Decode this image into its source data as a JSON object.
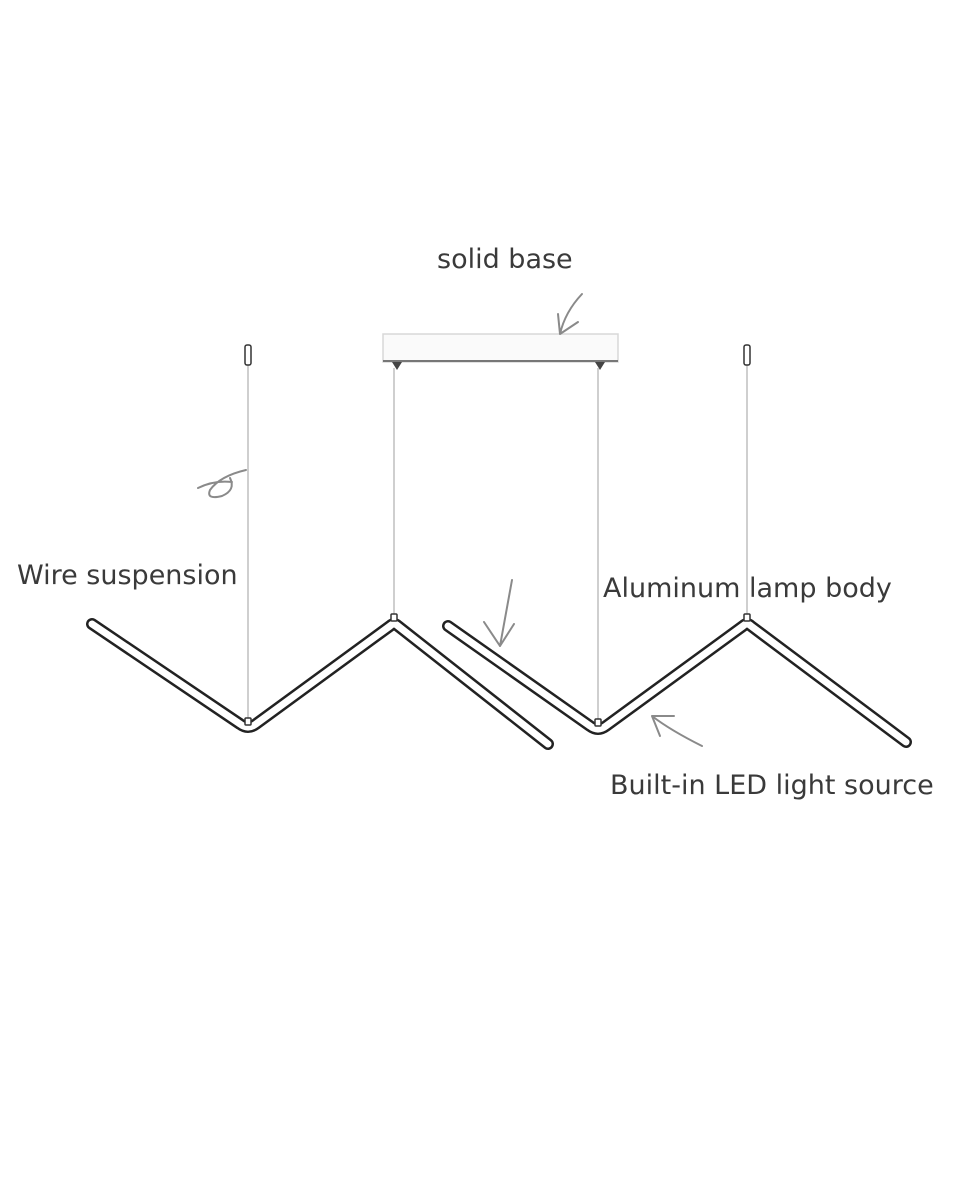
{
  "labels": {
    "base": "solid base",
    "wire": "Wire suspension",
    "body": "Aluminum lamp body",
    "led": "Built-in LED light source"
  },
  "colors": {
    "line": "#222222",
    "arrow": "#8a8a8a",
    "wire": "#cfcfcf",
    "text": "#3a3a3a"
  }
}
